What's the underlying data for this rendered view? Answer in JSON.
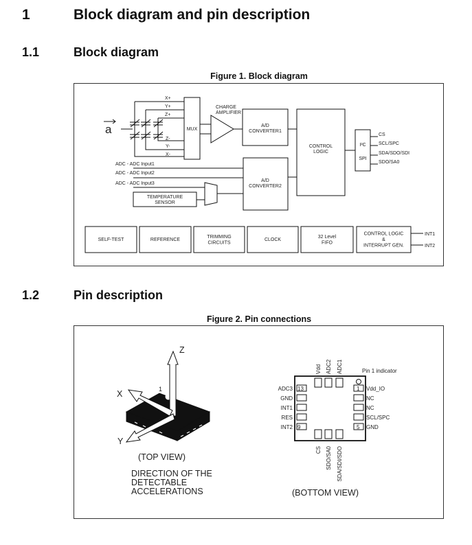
{
  "section": {
    "number": "1",
    "title": "Block diagram and pin description"
  },
  "subsections": [
    {
      "number": "1.1",
      "title": "Block diagram"
    },
    {
      "number": "1.2",
      "title": "Pin description"
    }
  ],
  "figure1": {
    "caption": "Figure 1. Block diagram",
    "accel_symbol": "a",
    "sensor_lines": [
      "X+",
      "Y+",
      "Z+",
      "Z-",
      "Y-",
      "X-"
    ],
    "mux": "MUX",
    "charge_amp": [
      "CHARGE",
      "AMPLIFIER"
    ],
    "adc1": [
      "A/D",
      "CONVERTER1"
    ],
    "adc2": [
      "A/D",
      "CONVERTER2"
    ],
    "control_logic": [
      "CONTROL",
      "LOGIC"
    ],
    "interface": {
      "i2c": "I²C",
      "spi": "SPI"
    },
    "interface_pins": [
      "CS",
      "SCL/SPC",
      "SDA/SDO/SDI",
      "SDO/SA0"
    ],
    "adc_inputs": [
      "ADC - ADC Input1",
      "ADC - ADC Input2",
      "ADC - ADC Input3"
    ],
    "temp_sensor": [
      "TEMPERATURE",
      "SENSOR"
    ],
    "bottom_blocks": [
      {
        "lines": [
          "SELF-TEST"
        ]
      },
      {
        "lines": [
          "REFERENCE"
        ]
      },
      {
        "lines": [
          "TRIMMING",
          "CIRCUITS"
        ]
      },
      {
        "lines": [
          "CLOCK"
        ]
      },
      {
        "lines": [
          "32 Level",
          "FIFO"
        ]
      },
      {
        "lines": [
          "CONTROL LOGIC",
          "&",
          "INTERRUPT GEN."
        ]
      }
    ],
    "interrupts": [
      "INT1",
      "INT2"
    ]
  },
  "figure2": {
    "caption": "Figure 2. Pin connections",
    "axes": {
      "x": "X",
      "y": "Y",
      "z": "Z"
    },
    "pin1_mark": "1",
    "top_view_label": "(TOP VIEW)",
    "direction_text": [
      "DIRECTION OF THE",
      "DETECTABLE",
      "ACCELERATIONS"
    ],
    "pin1_indicator": "Pin 1 indicator",
    "top_pins": [
      "Vdd",
      "ADC2",
      "ADC1"
    ],
    "left_pins": [
      {
        "name": "ADC3",
        "number": "13"
      },
      {
        "name": "GND",
        "number": ""
      },
      {
        "name": "INT1",
        "number": ""
      },
      {
        "name": "RES",
        "number": ""
      },
      {
        "name": "INT2",
        "number": "9"
      }
    ],
    "right_pins": [
      {
        "name": "Vdd_IO",
        "number": "1"
      },
      {
        "name": "NC",
        "number": ""
      },
      {
        "name": "NC",
        "number": ""
      },
      {
        "name": "SCL/SPC",
        "number": ""
      },
      {
        "name": "GND",
        "number": "5"
      }
    ],
    "bottom_pins": [
      "CS",
      "SDO/SA0",
      "SDA/SDI/SDO"
    ],
    "bottom_view_label": "(BOTTOM VIEW)"
  }
}
